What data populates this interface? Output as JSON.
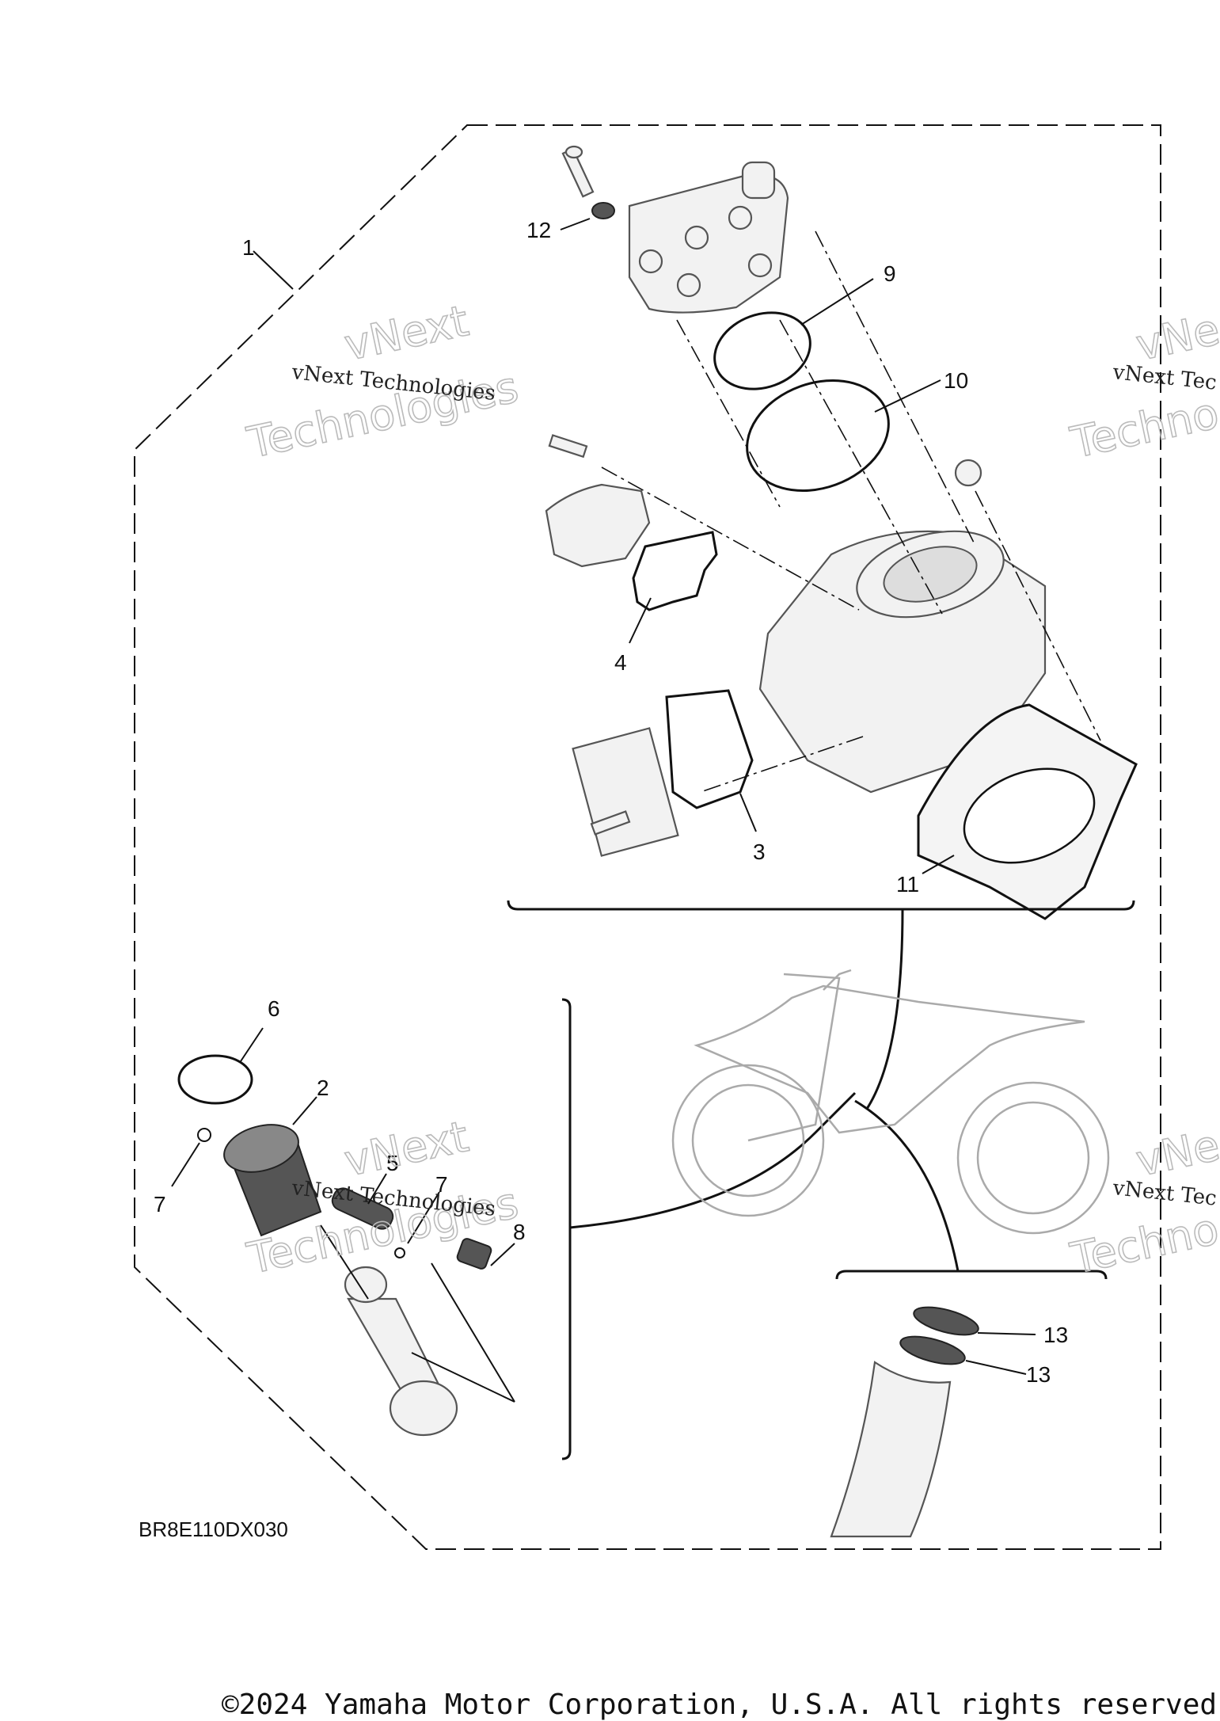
{
  "callouts": [
    "1",
    "12",
    "9",
    "10",
    "4",
    "3",
    "11",
    "6",
    "2",
    "5",
    "7",
    "7",
    "8",
    "13",
    "13"
  ],
  "drawing_code": "BR8E110DX030",
  "watermark": {
    "line1": "vNext Technologies",
    "big_line1": "vNext",
    "big_line2": "Technologies",
    "clipped_small": "vNext Tec",
    "clipped_big_top": "vNe",
    "clipped_big_bottom": "Techno"
  },
  "copyright": "©2024 Yamaha Motor Corporation, U.S.A. All rights reserved"
}
